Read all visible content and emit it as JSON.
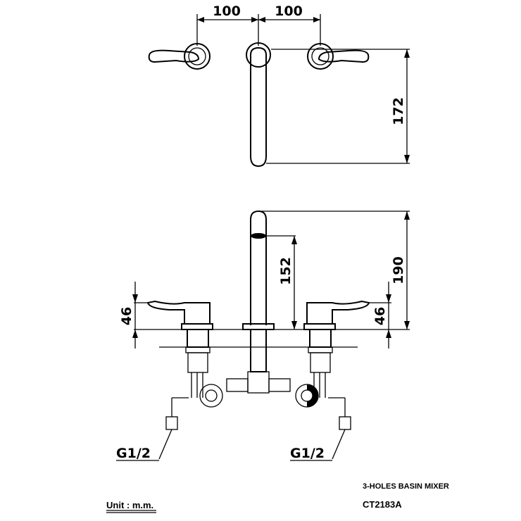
{
  "top_view": {
    "dim_left": "100",
    "dim_right": "100",
    "dim_projection": "172"
  },
  "front_view": {
    "dim_height_total": "190",
    "dim_spout": "152",
    "dim_handle_left": "46",
    "dim_handle_right": "46"
  },
  "connections": {
    "left": "G1/2",
    "right": "G1/2"
  },
  "title_block": {
    "product_name": "3-HOLES BASIN MIXER",
    "model": "CT2183A",
    "unit": "Unit : m.m."
  }
}
